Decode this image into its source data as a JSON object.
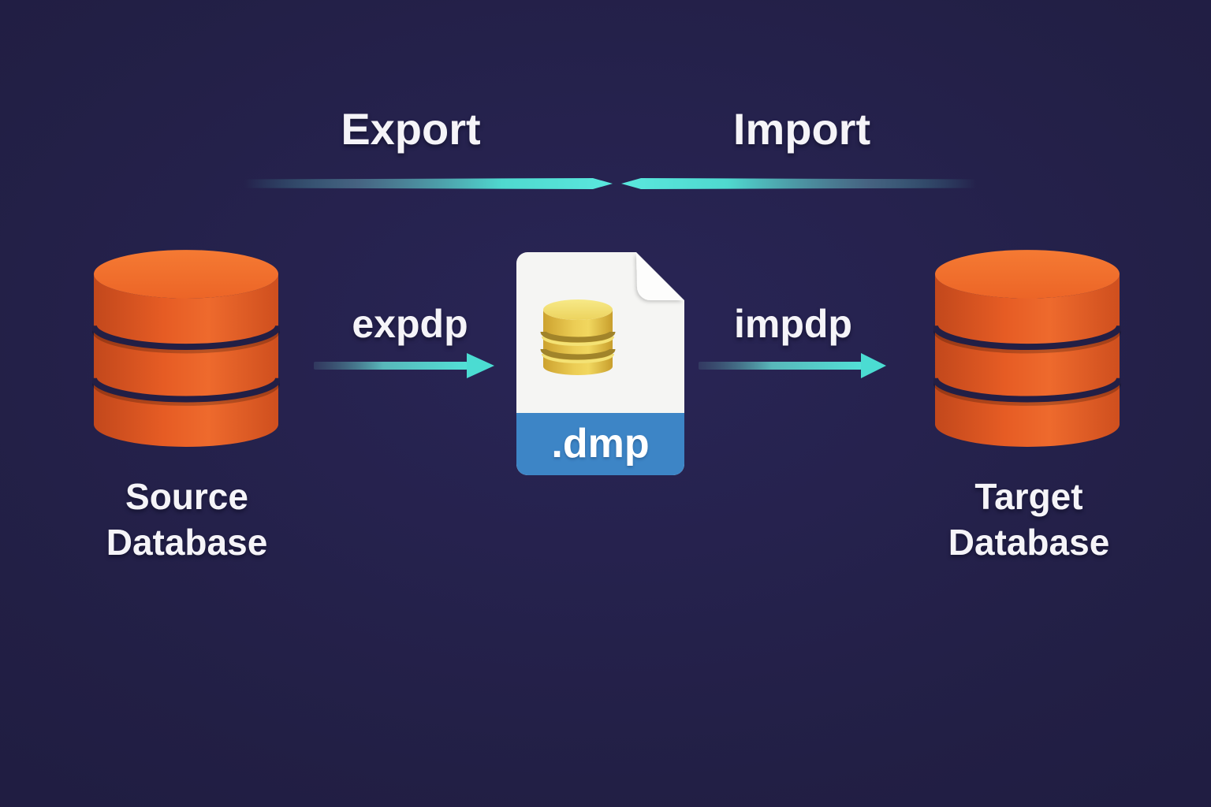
{
  "top_flow": {
    "export_label": "Export",
    "import_label": "Import"
  },
  "export_step": {
    "command": "expdp"
  },
  "import_step": {
    "command": "impdp"
  },
  "source_database": {
    "name_line1": "Source",
    "name_line2": "Database"
  },
  "target_database": {
    "name_line1": "Target",
    "name_line2": "Database"
  },
  "dump_file": {
    "extension": ".dmp"
  },
  "icons": {
    "source": "database-cylinder",
    "target": "database-cylinder",
    "middle": "dump-file-with-gold-database",
    "flow": "teal-lines-and-arrows"
  },
  "colors": {
    "background": "#221f45",
    "text": "#f5f4f8",
    "teal_accent": "#50ded4",
    "database_orange": "#e65c24",
    "file_paper": "#f5f5f3",
    "file_band_blue": "#3d85c6",
    "gold_database": "#e6c446"
  }
}
